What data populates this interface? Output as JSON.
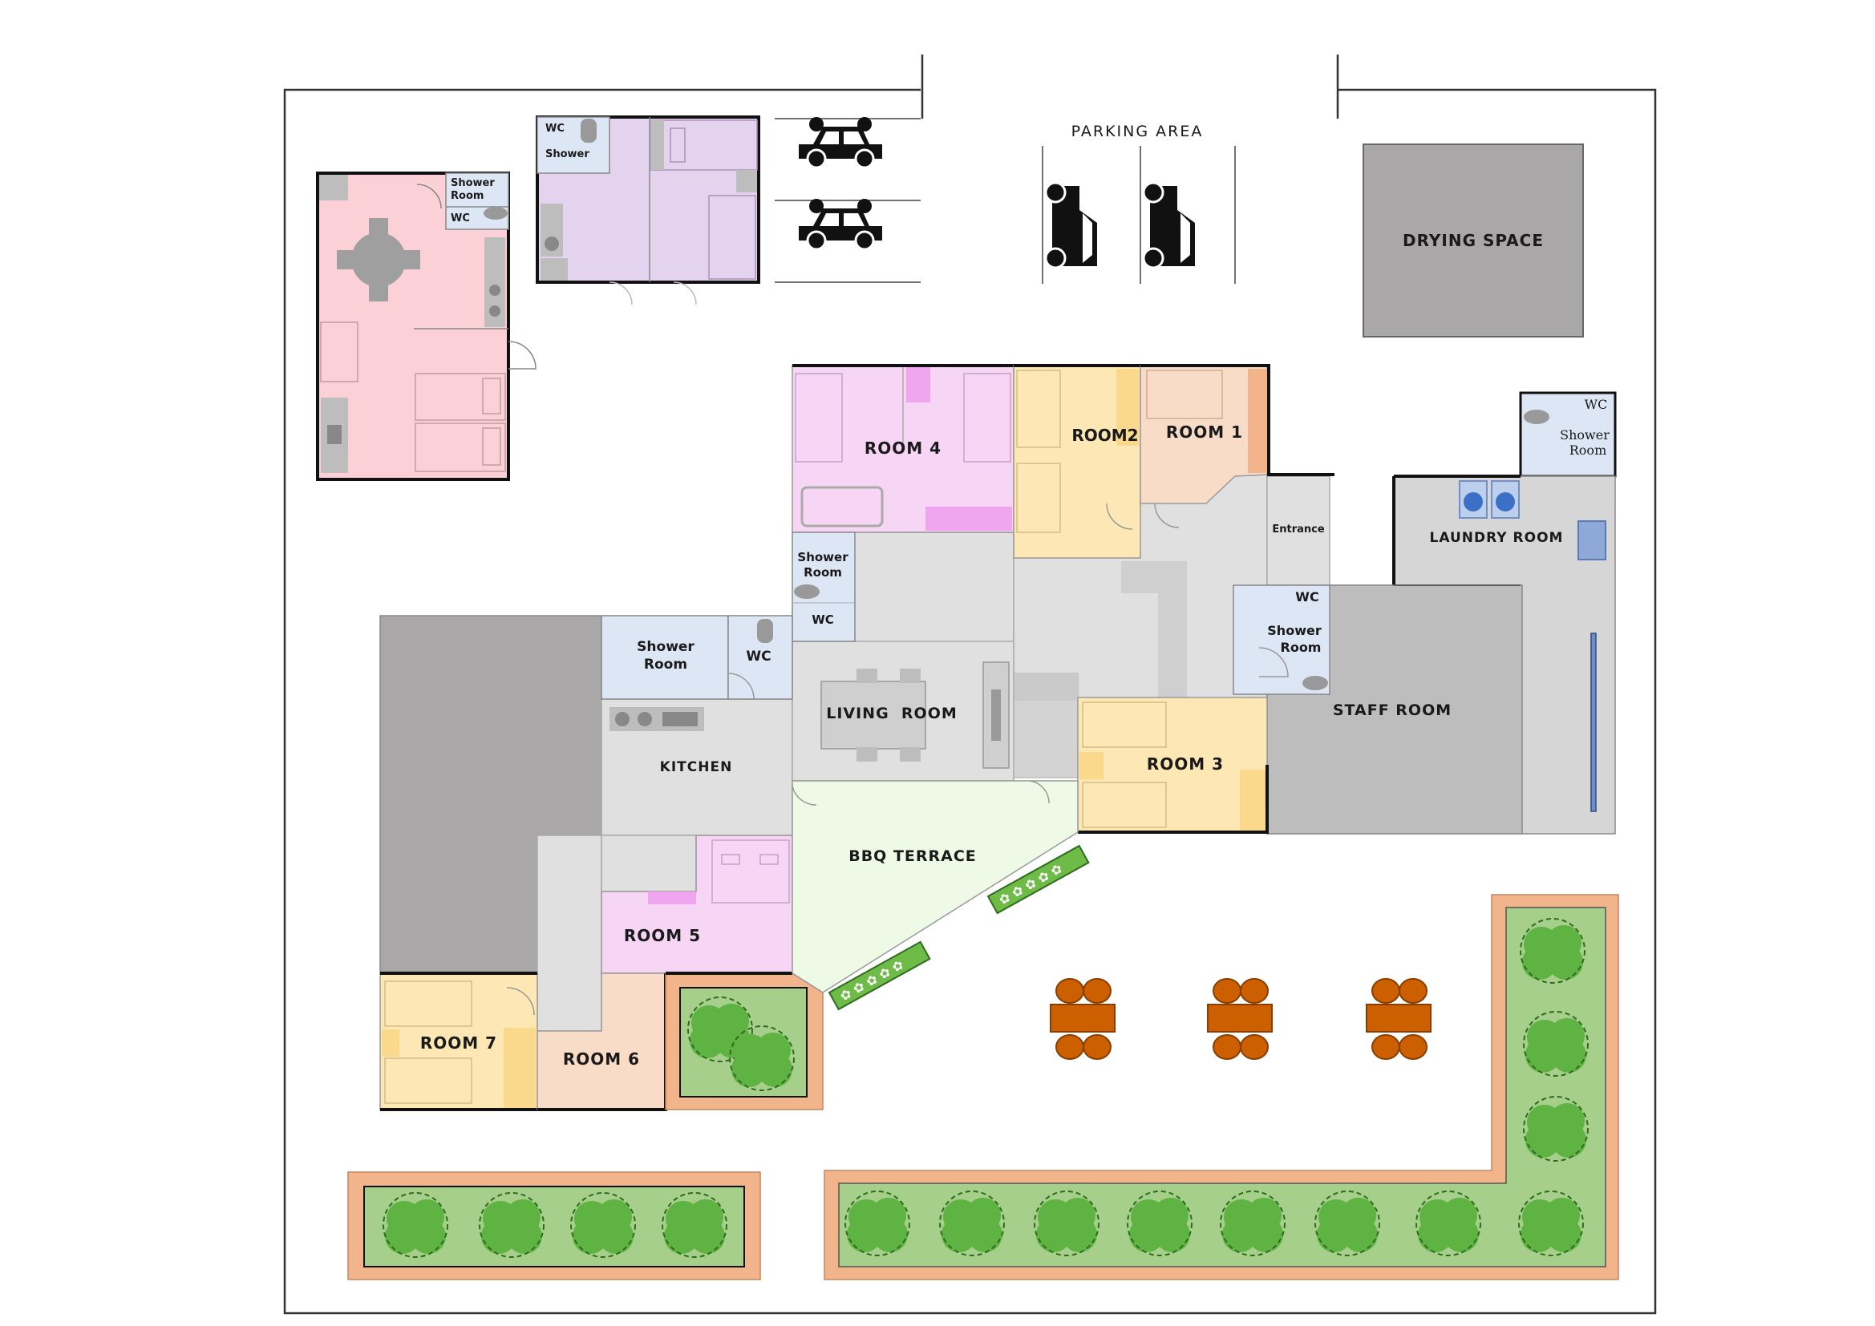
{
  "parking": {
    "label": "PARKING AREA"
  },
  "drying": {
    "label": "DRYING SPACE"
  },
  "annex_pink": {
    "shower_label": "Shower Room",
    "wc_label": "WC"
  },
  "annex_purple": {
    "wc_label": "WC",
    "shower_label": "Shower"
  },
  "rooms": {
    "room4": "ROOM 4",
    "room2": "ROOM2",
    "room1": "ROOM 1",
    "room3": "ROOM 3",
    "room5": "ROOM 5",
    "room6": "ROOM 6",
    "room7": "ROOM 7"
  },
  "areas": {
    "entrance": "Entrance",
    "laundry": "LAUNDRY ROOM",
    "staff": "STAFF ROOM",
    "living": "LIVING  ROOM",
    "kitchen": "KITCHEN",
    "bbq": "BBQ TERRACE"
  },
  "baths": {
    "top_right": {
      "wc": "WC",
      "shower": "Shower Room"
    },
    "middle_right": {
      "wc": "WC",
      "shower": "Shower Room"
    },
    "center": {
      "shower": "Shower Room",
      "wc": "WC"
    },
    "left": {
      "shower": "Shower Room",
      "wc": "WC"
    }
  },
  "colors": {
    "pink": "#fbd0d7",
    "purple": "#e3d3ee",
    "magenta": "#f7d5f5",
    "yellow": "#fde8b5",
    "peach": "#f9dcc8",
    "blue": "#dde6f5",
    "grey_floor": "#e0e0e0",
    "dark_grey": "#a9a7a7",
    "green": "#a5cf8a",
    "orange_border": "#f2b48a",
    "table_orange": "#cc5f00",
    "terrace_green": "#eefae6"
  }
}
